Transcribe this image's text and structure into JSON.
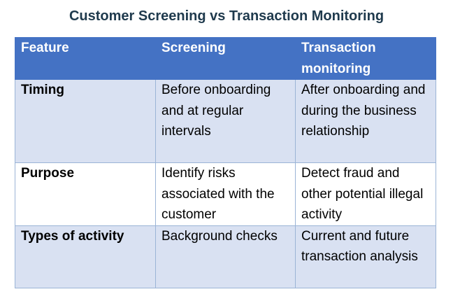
{
  "title": "Customer Screening vs Transaction Monitoring",
  "colors": {
    "header_bg": "#4472c4",
    "header_text": "#ffffff",
    "band_odd": "#d9e1f2",
    "band_even": "#ffffff",
    "title_text": "#1f3a4d"
  },
  "table": {
    "headers": [
      "Feature",
      "Screening",
      "Transaction monitoring"
    ],
    "rows": [
      {
        "feature": "Timing",
        "screening": "Before onboarding and at regular intervals",
        "monitoring": "After onboarding and during the business relationship"
      },
      {
        "feature": "Purpose",
        "screening": "Identify risks associated with the customer",
        "monitoring": "Detect fraud and other potential illegal activity"
      },
      {
        "feature": "Types of activity",
        "screening": "Background checks",
        "monitoring": "Current and future transaction analysis"
      }
    ]
  }
}
